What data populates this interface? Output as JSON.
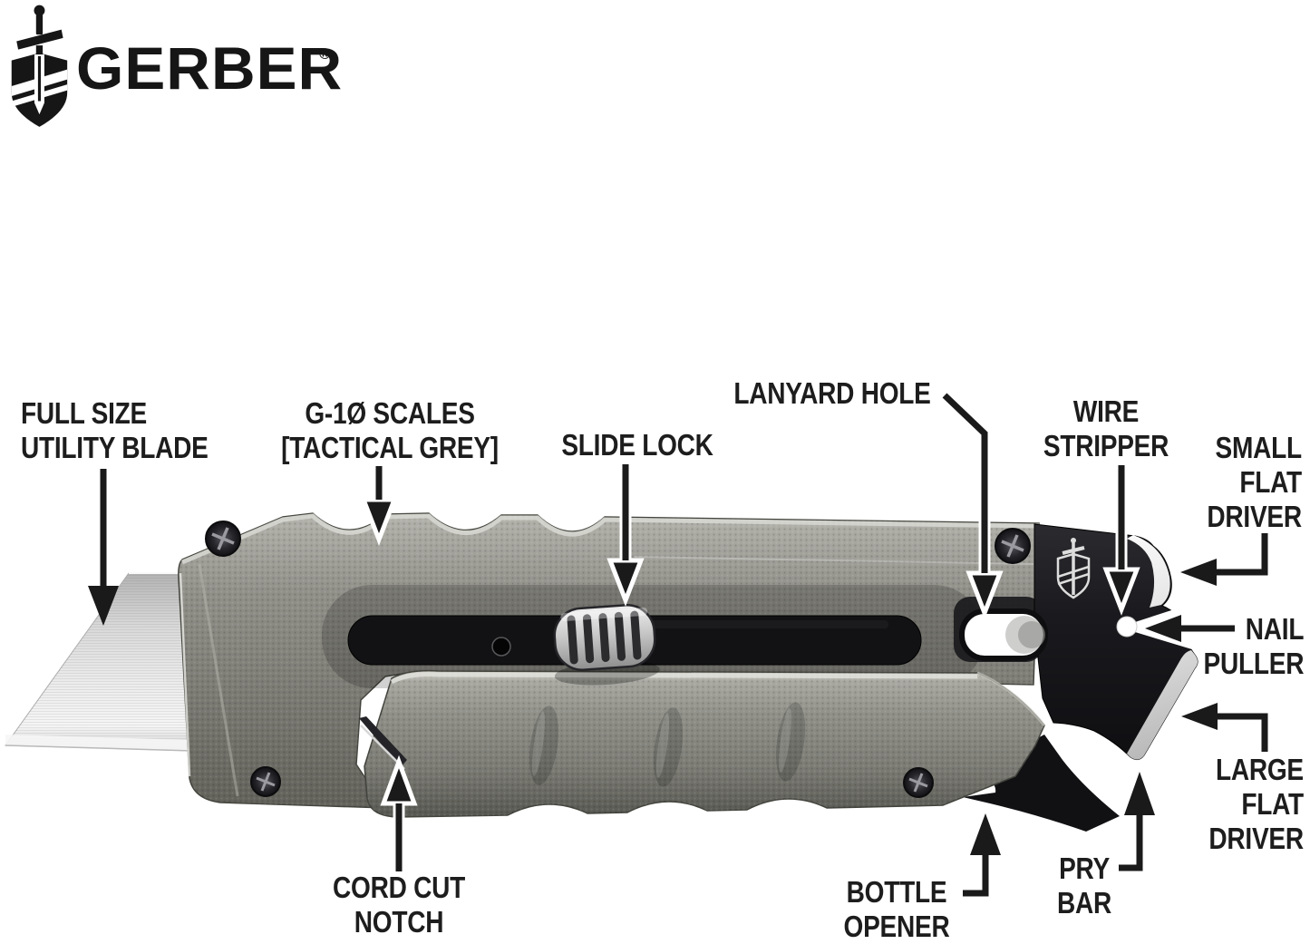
{
  "brand": {
    "name": "GERBER",
    "registered_mark": "®",
    "logo_icon": "gerber-sword-shield"
  },
  "callouts": {
    "full_size_utility_blade": {
      "lines": [
        "FULL SIZE",
        "UTILITY BLADE"
      ]
    },
    "g10_scales": {
      "lines": [
        "G-1Ø SCALES",
        "[TACTICAL GREY]"
      ]
    },
    "slide_lock": {
      "lines": [
        "SLIDE LOCK"
      ]
    },
    "lanyard_hole": {
      "lines": [
        "LANYARD HOLE"
      ]
    },
    "wire_stripper": {
      "lines": [
        "WIRE",
        "STRIPPER"
      ]
    },
    "small_flat_driver": {
      "lines": [
        "SMALL",
        "FLAT",
        "DRIVER"
      ]
    },
    "nail_puller": {
      "lines": [
        "NAIL",
        "PULLER"
      ]
    },
    "large_flat_driver": {
      "lines": [
        "LARGE",
        "FLAT",
        "DRIVER"
      ]
    },
    "pry_bar": {
      "lines": [
        "PRY",
        "BAR"
      ]
    },
    "bottle_opener": {
      "lines": [
        "BOTTLE",
        "OPENER"
      ]
    },
    "cord_cut_notch": {
      "lines": [
        "CORD CUT",
        "NOTCH"
      ]
    }
  },
  "colors": {
    "background": "#ffffff",
    "label_text": "#1d1d1d",
    "arrow": "#1a1a1a",
    "handle_gray": "#8b8b84",
    "steel_black": "#1a1a1d",
    "blade_silver": "#d9d9d9"
  }
}
